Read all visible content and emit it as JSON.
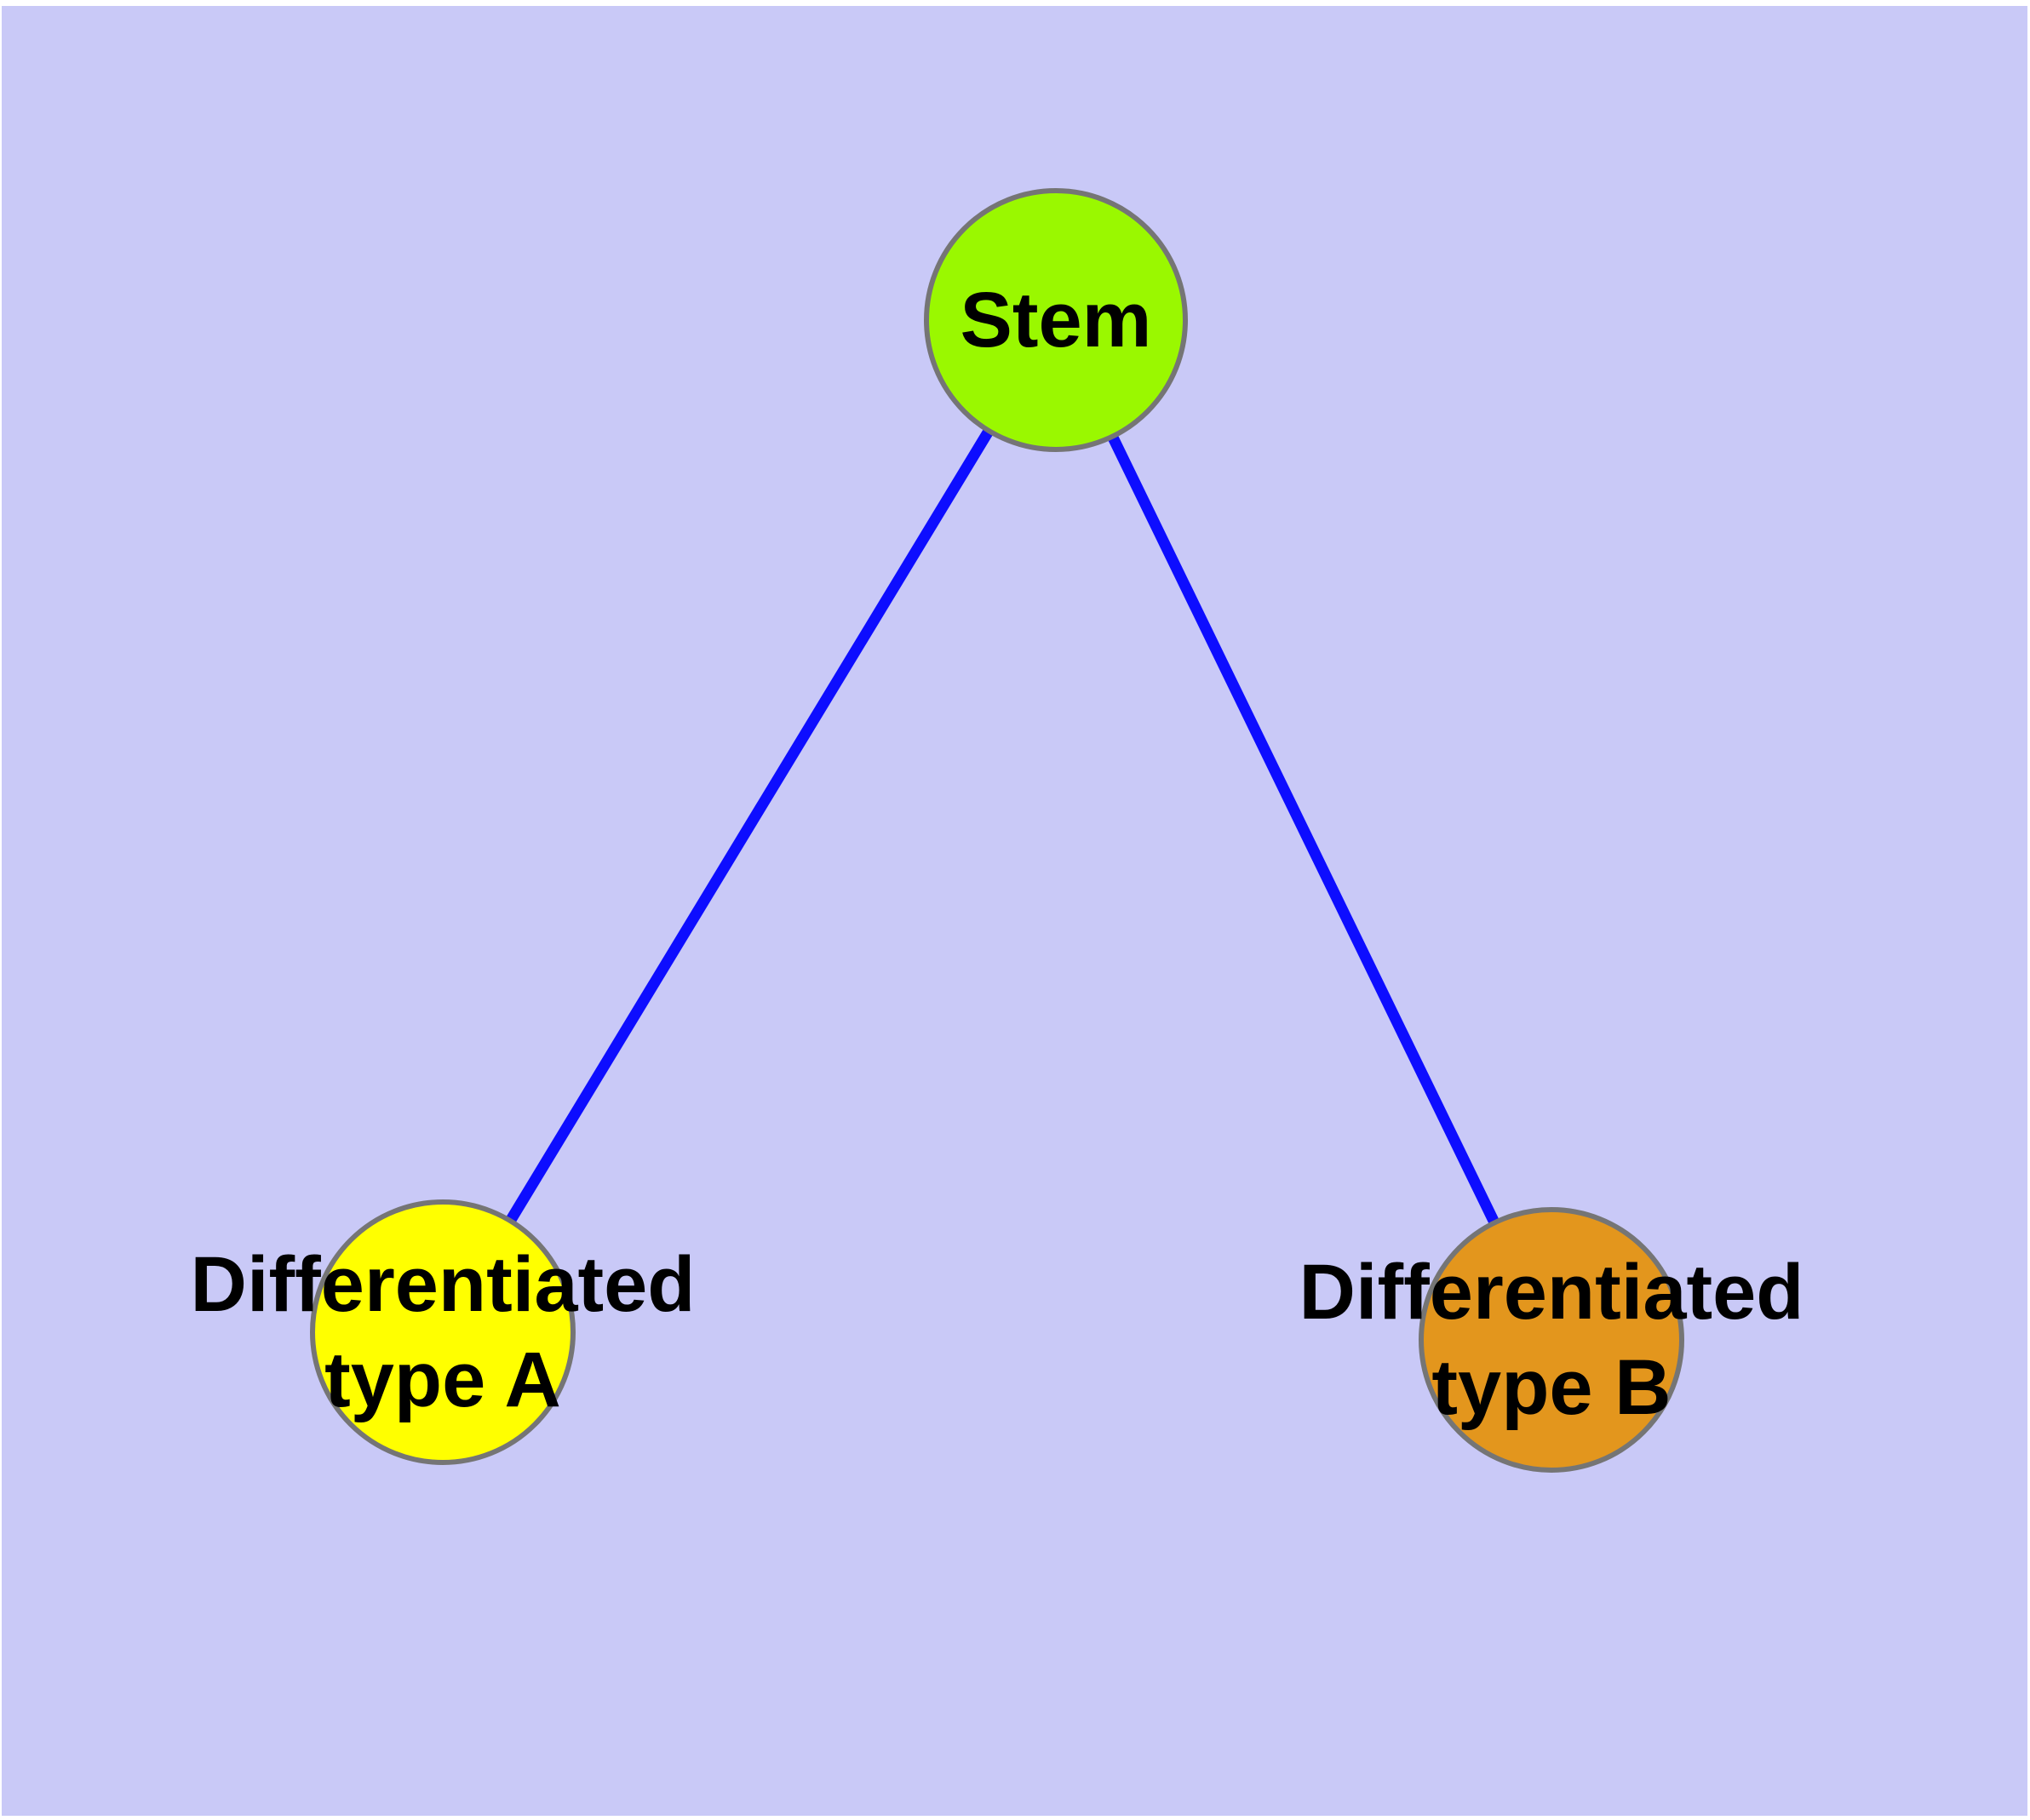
{
  "diagram": {
    "kind": "node-link-graph",
    "colors": {
      "background": "#c9c9f7",
      "frame": "#ffffff",
      "edge": "#0d0dff",
      "node_border": "#757575",
      "label": "#000000"
    },
    "nodes": [
      {
        "id": "stem",
        "lines": [
          "Stem"
        ],
        "fill": "#9af800"
      },
      {
        "id": "differentiated-type-a",
        "lines": [
          "Differentiated",
          "type A"
        ],
        "fill": "#ffff00"
      },
      {
        "id": "differentiated-type-b",
        "lines": [
          "Differentiated",
          "type B"
        ],
        "fill": "#e3961d"
      }
    ],
    "edges": [
      {
        "from": "Stem",
        "to": "Differentiated type A"
      },
      {
        "from": "Stem",
        "to": "Differentiated type B"
      }
    ]
  }
}
